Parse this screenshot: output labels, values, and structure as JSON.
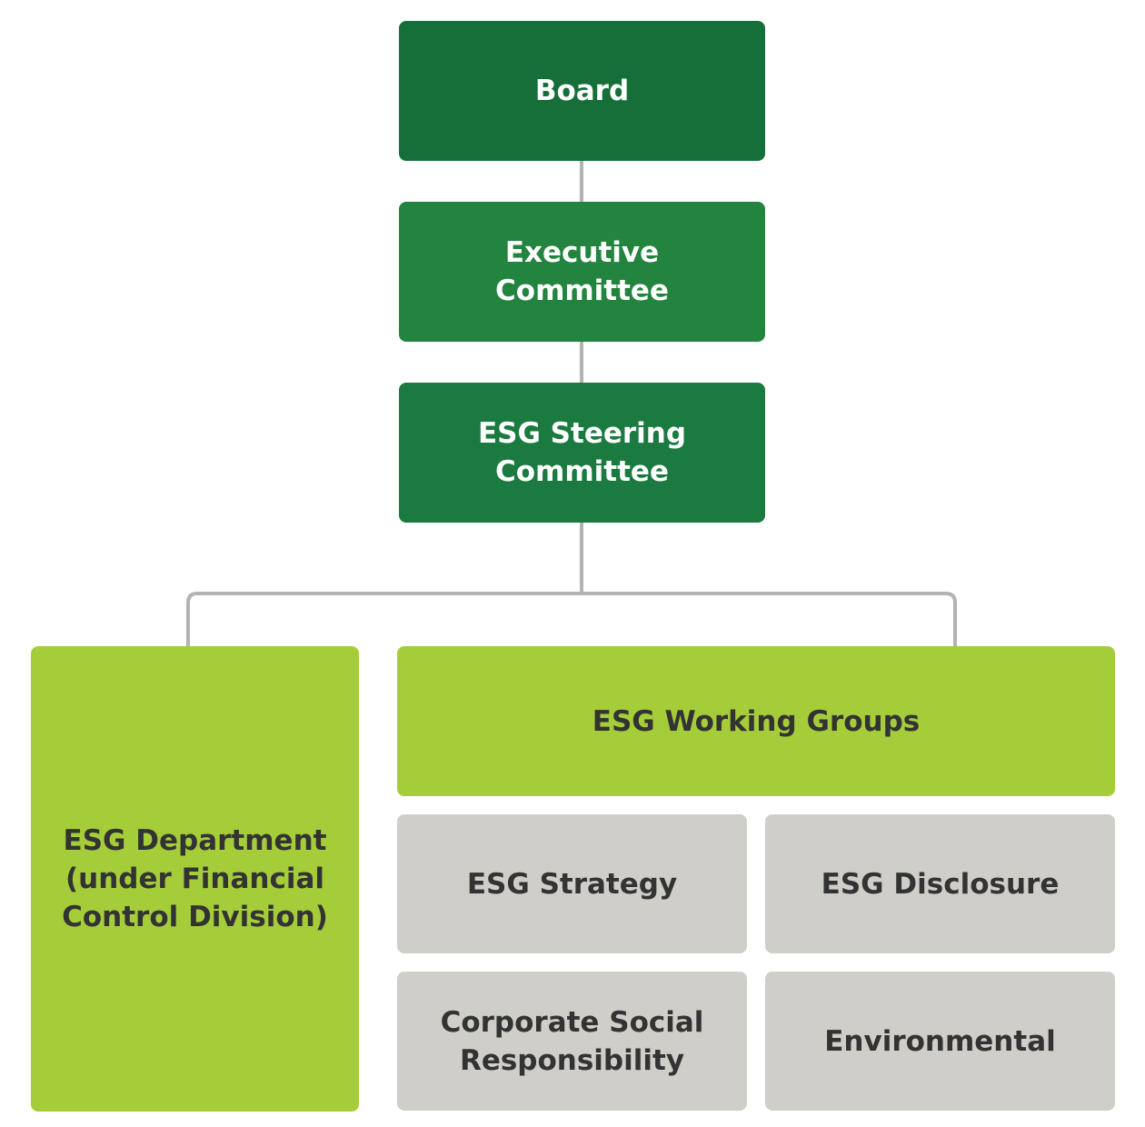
{
  "diagram": {
    "nodes": {
      "board": "Board",
      "executive_committee": "Executive\nCommittee",
      "esg_steering_committee": "ESG Steering\nCommittee",
      "esg_department": "ESG Department\n(under Financial\nControl Division)",
      "esg_working_groups": "ESG Working Groups",
      "esg_strategy": "ESG Strategy",
      "esg_disclosure": "ESG Disclosure",
      "corporate_social_responsibility": "Corporate Social\nResponsibility",
      "environmental": "Environmental"
    },
    "colors": {
      "board": "#166f39",
      "executive_committee": "#22843f",
      "esg_steering_committee": "#1a7a3f",
      "lime": "#a5cd39",
      "grey": "#d0cec9",
      "connector": "#b3b3b3",
      "dark_text": "#333333",
      "light_text": "#ffffff"
    }
  }
}
